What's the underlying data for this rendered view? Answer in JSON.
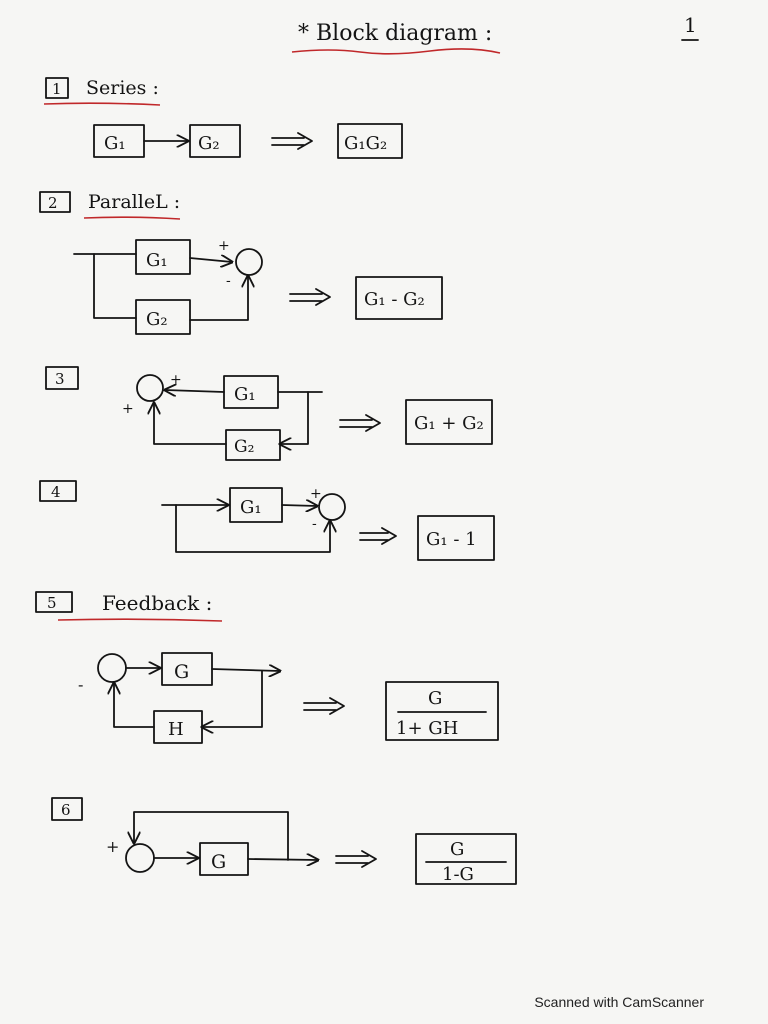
{
  "title": "* Block diagram :",
  "page_number": "1",
  "sections": [
    {
      "label": "1",
      "name": "Series :",
      "blocks": [
        "G₁",
        "G₂"
      ],
      "result": "G₁G₂"
    },
    {
      "label": "2",
      "name": "ParalleL :",
      "blocks": [
        "G₁",
        "G₂"
      ],
      "signs": [
        "+",
        "-"
      ],
      "result": "G₁ - G₂"
    },
    {
      "label": "3",
      "name": "",
      "blocks": [
        "G₁",
        "G₂"
      ],
      "signs": [
        "+",
        "+"
      ],
      "result": "G₁ + G₂"
    },
    {
      "label": "4",
      "name": "",
      "blocks": [
        "G₁"
      ],
      "signs": [
        "+",
        "-"
      ],
      "result": "G₁ - 1"
    },
    {
      "label": "5",
      "name": "Feedback :",
      "blocks": [
        "G",
        "H"
      ],
      "signs": [
        "-"
      ],
      "result_num": "G",
      "result_den": "1+ GH"
    },
    {
      "label": "6",
      "name": "",
      "blocks": [
        "G"
      ],
      "signs": [
        "+"
      ],
      "result_num": "G",
      "result_den": "1-G"
    }
  ],
  "footer": "Scanned with CamScanner"
}
